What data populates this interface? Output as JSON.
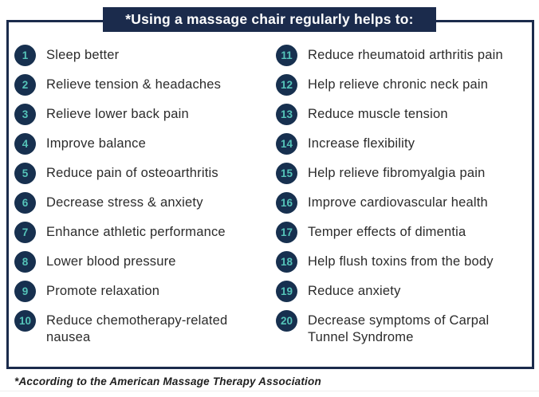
{
  "header": {
    "title": "*Using a massage chair regularly helps to:"
  },
  "benefits": {
    "left": [
      {
        "number": "1",
        "label": "Sleep better"
      },
      {
        "number": "2",
        "label": "Relieve tension & headaches"
      },
      {
        "number": "3",
        "label": "Relieve lower back pain"
      },
      {
        "number": "4",
        "label": "Improve balance"
      },
      {
        "number": "5",
        "label": "Reduce pain of osteoarthritis"
      },
      {
        "number": "6",
        "label": "Decrease stress & anxiety"
      },
      {
        "number": "7",
        "label": "Enhance athletic performance"
      },
      {
        "number": "8",
        "label": "Lower blood pressure"
      },
      {
        "number": "9",
        "label": "Promote relaxation"
      },
      {
        "number": "10",
        "label": "Reduce chemotherapy-related\nnausea"
      }
    ],
    "right": [
      {
        "number": "11",
        "label": "Reduce rheumatoid arthritis pain"
      },
      {
        "number": "12",
        "label": "Help relieve chronic neck pain"
      },
      {
        "number": "13",
        "label": "Reduce muscle tension"
      },
      {
        "number": "14",
        "label": "Increase flexibility"
      },
      {
        "number": "15",
        "label": "Help relieve fibromyalgia pain"
      },
      {
        "number": "16",
        "label": "Improve cardiovascular health"
      },
      {
        "number": "17",
        "label": "Temper effects of dimentia"
      },
      {
        "number": "18",
        "label": "Help flush toxins from the body"
      },
      {
        "number": "19",
        "label": "Reduce anxiety"
      },
      {
        "number": "20",
        "label": "Decrease symptoms of Carpal\nTunnel Syndrome"
      }
    ]
  },
  "footnote": "*According to the American Massage Therapy Association",
  "colors": {
    "navy": "#1b2b4c",
    "circle_navy": "#17304f",
    "teal": "#55c4b9",
    "text": "#2b2b2b"
  }
}
